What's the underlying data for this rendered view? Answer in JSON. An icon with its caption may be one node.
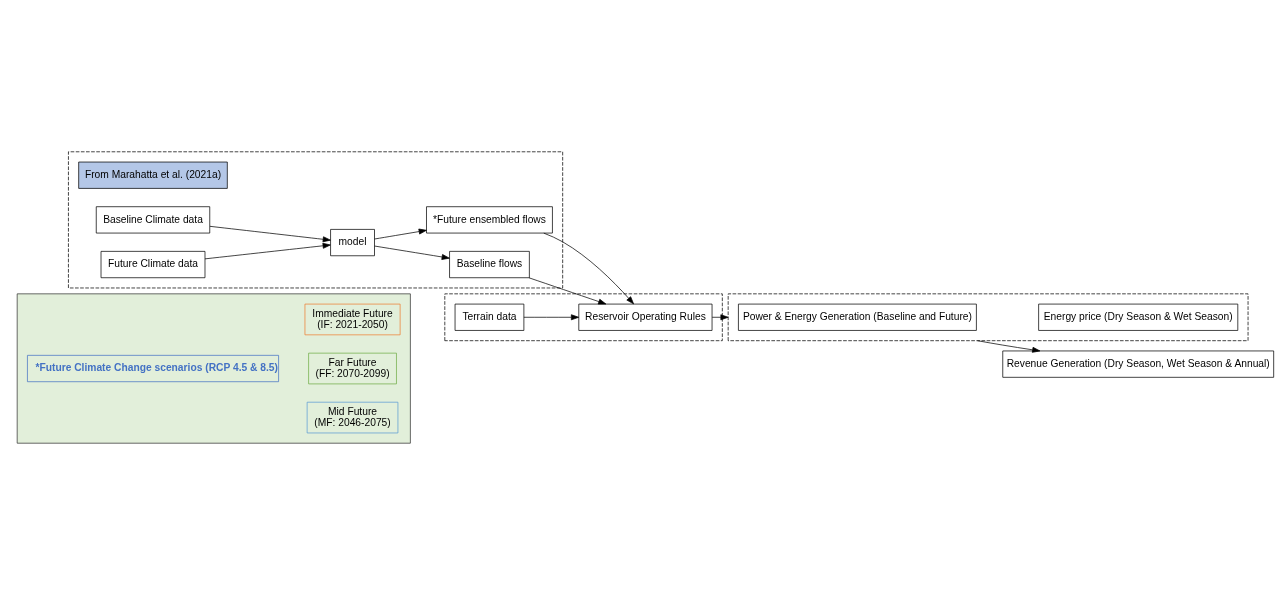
{
  "diagram": {
    "nodes": [
      {
        "text": [],
        "shape": "box"
      },
      {
        "text": [
          "From Marahatta et al. (2021a)"
        ],
        "in": 0
      },
      {
        "text": [
          "Baseline Climate data"
        ],
        "in": 0
      },
      {
        "text": [
          "Baseline flows"
        ],
        "in": 0
      },
      {
        "text": [
          "model"
        ],
        "in": 0
      },
      {
        "text": [
          "Future Climate data"
        ],
        "in": 0
      },
      {
        "text": [
          "*Future ensembled flows"
        ],
        "in": 0
      },
      {
        "text": [],
        "shape": "box"
      },
      {
        "text": [
          "Reservoir Operating Rules"
        ],
        "in": 7
      },
      {
        "text": [
          "Terrain data"
        ],
        "in": 7
      },
      {
        "text": [],
        "shape": "box"
      },
      {
        "text": [
          "Power & Energy Generation (Baseline and Future)"
        ],
        "in": 10
      },
      {
        "text": [
          "Energy price (Dry Season & Wet Season)"
        ],
        "in": 10
      },
      {
        "text": [
          "Revenue Generation (Dry Season, Wet Season & Annual)"
        ]
      },
      {
        "text": [],
        "shape": "box"
      },
      {
        "text": [
          "*Future Climate Change scenarios (RCP 4.5 & 8.5)"
        ],
        "in": 14
      },
      {
        "text": [
          "Immediate Future",
          "(IF: 2021-2050)"
        ],
        "in": 14
      },
      {
        "text": [
          "Mid Future",
          "(MF: 2046-2075)"
        ],
        "in": 14
      },
      {
        "text": [
          "Far Future",
          "(FF: 2070-2099)"
        ],
        "in": 14
      }
    ],
    "edges": [
      {
        "from": 2,
        "to": 4,
        "arrow": "to"
      },
      {
        "from": 5,
        "to": 4,
        "arrow": "to"
      },
      {
        "from": 4,
        "to": 3,
        "arrow": "to"
      },
      {
        "from": 4,
        "to": 6,
        "arrow": "to"
      },
      {
        "from": 3,
        "to": 8,
        "arrow": "to"
      },
      {
        "from": 6,
        "to": 8,
        "arrow": "to"
      },
      {
        "from": 9,
        "to": 8,
        "arrow": "to"
      },
      {
        "from": 8,
        "to": 10,
        "arrow": "to"
      },
      {
        "from": 10,
        "to": 13,
        "arrow": "to"
      }
    ]
  }
}
